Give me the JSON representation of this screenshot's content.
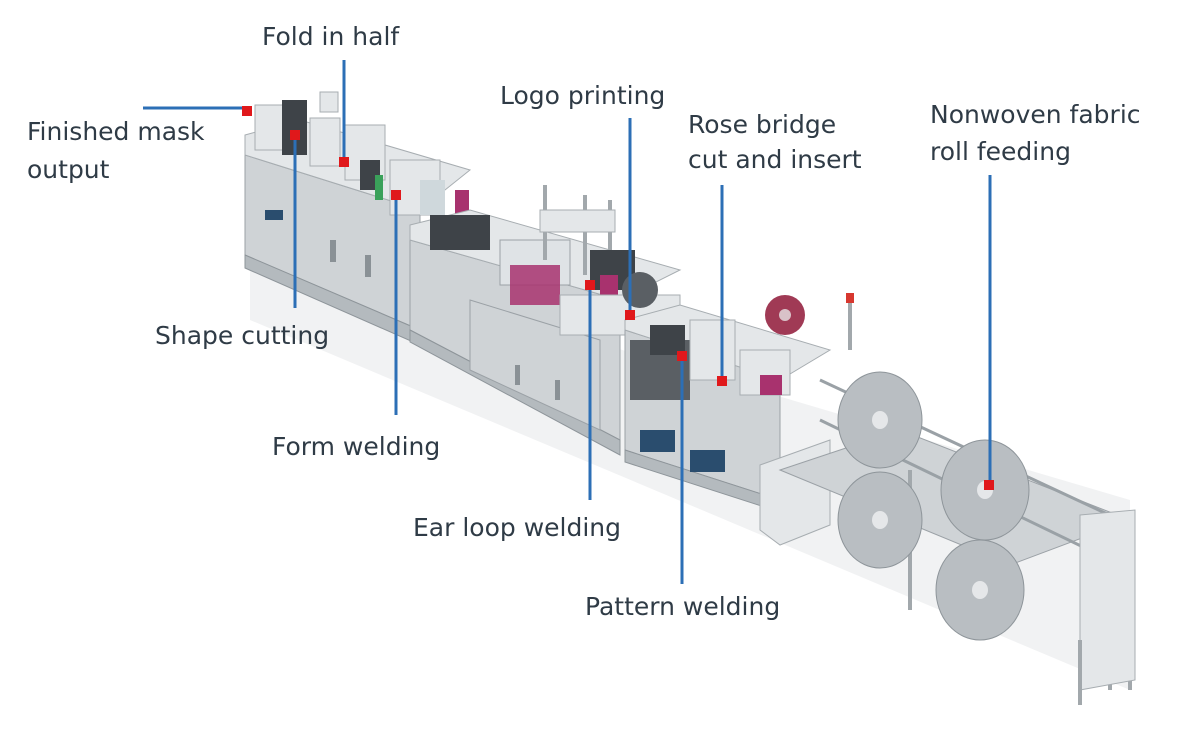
{
  "labels": {
    "finished_mask_output": [
      "Finished mask",
      "output"
    ],
    "fold_in_half": [
      "Fold in half"
    ],
    "shape_cutting": [
      "Shape cutting"
    ],
    "form_welding": [
      "Form welding"
    ],
    "logo_printing": [
      "Logo printing"
    ],
    "ear_loop_welding": [
      "Ear loop welding"
    ],
    "rose_bridge": [
      "Rose bridge",
      "cut and insert"
    ],
    "pattern_welding": [
      "Pattern welding"
    ],
    "nonwoven_feeding": [
      "Nonwoven fabric",
      "roll feeding"
    ]
  },
  "colors": {
    "leader": "#2c6fb6",
    "marker": "#e0181b",
    "label_text": "#2f3b46",
    "machine_body": "#cfd3d6",
    "accent_magenta": "#a8326e"
  }
}
